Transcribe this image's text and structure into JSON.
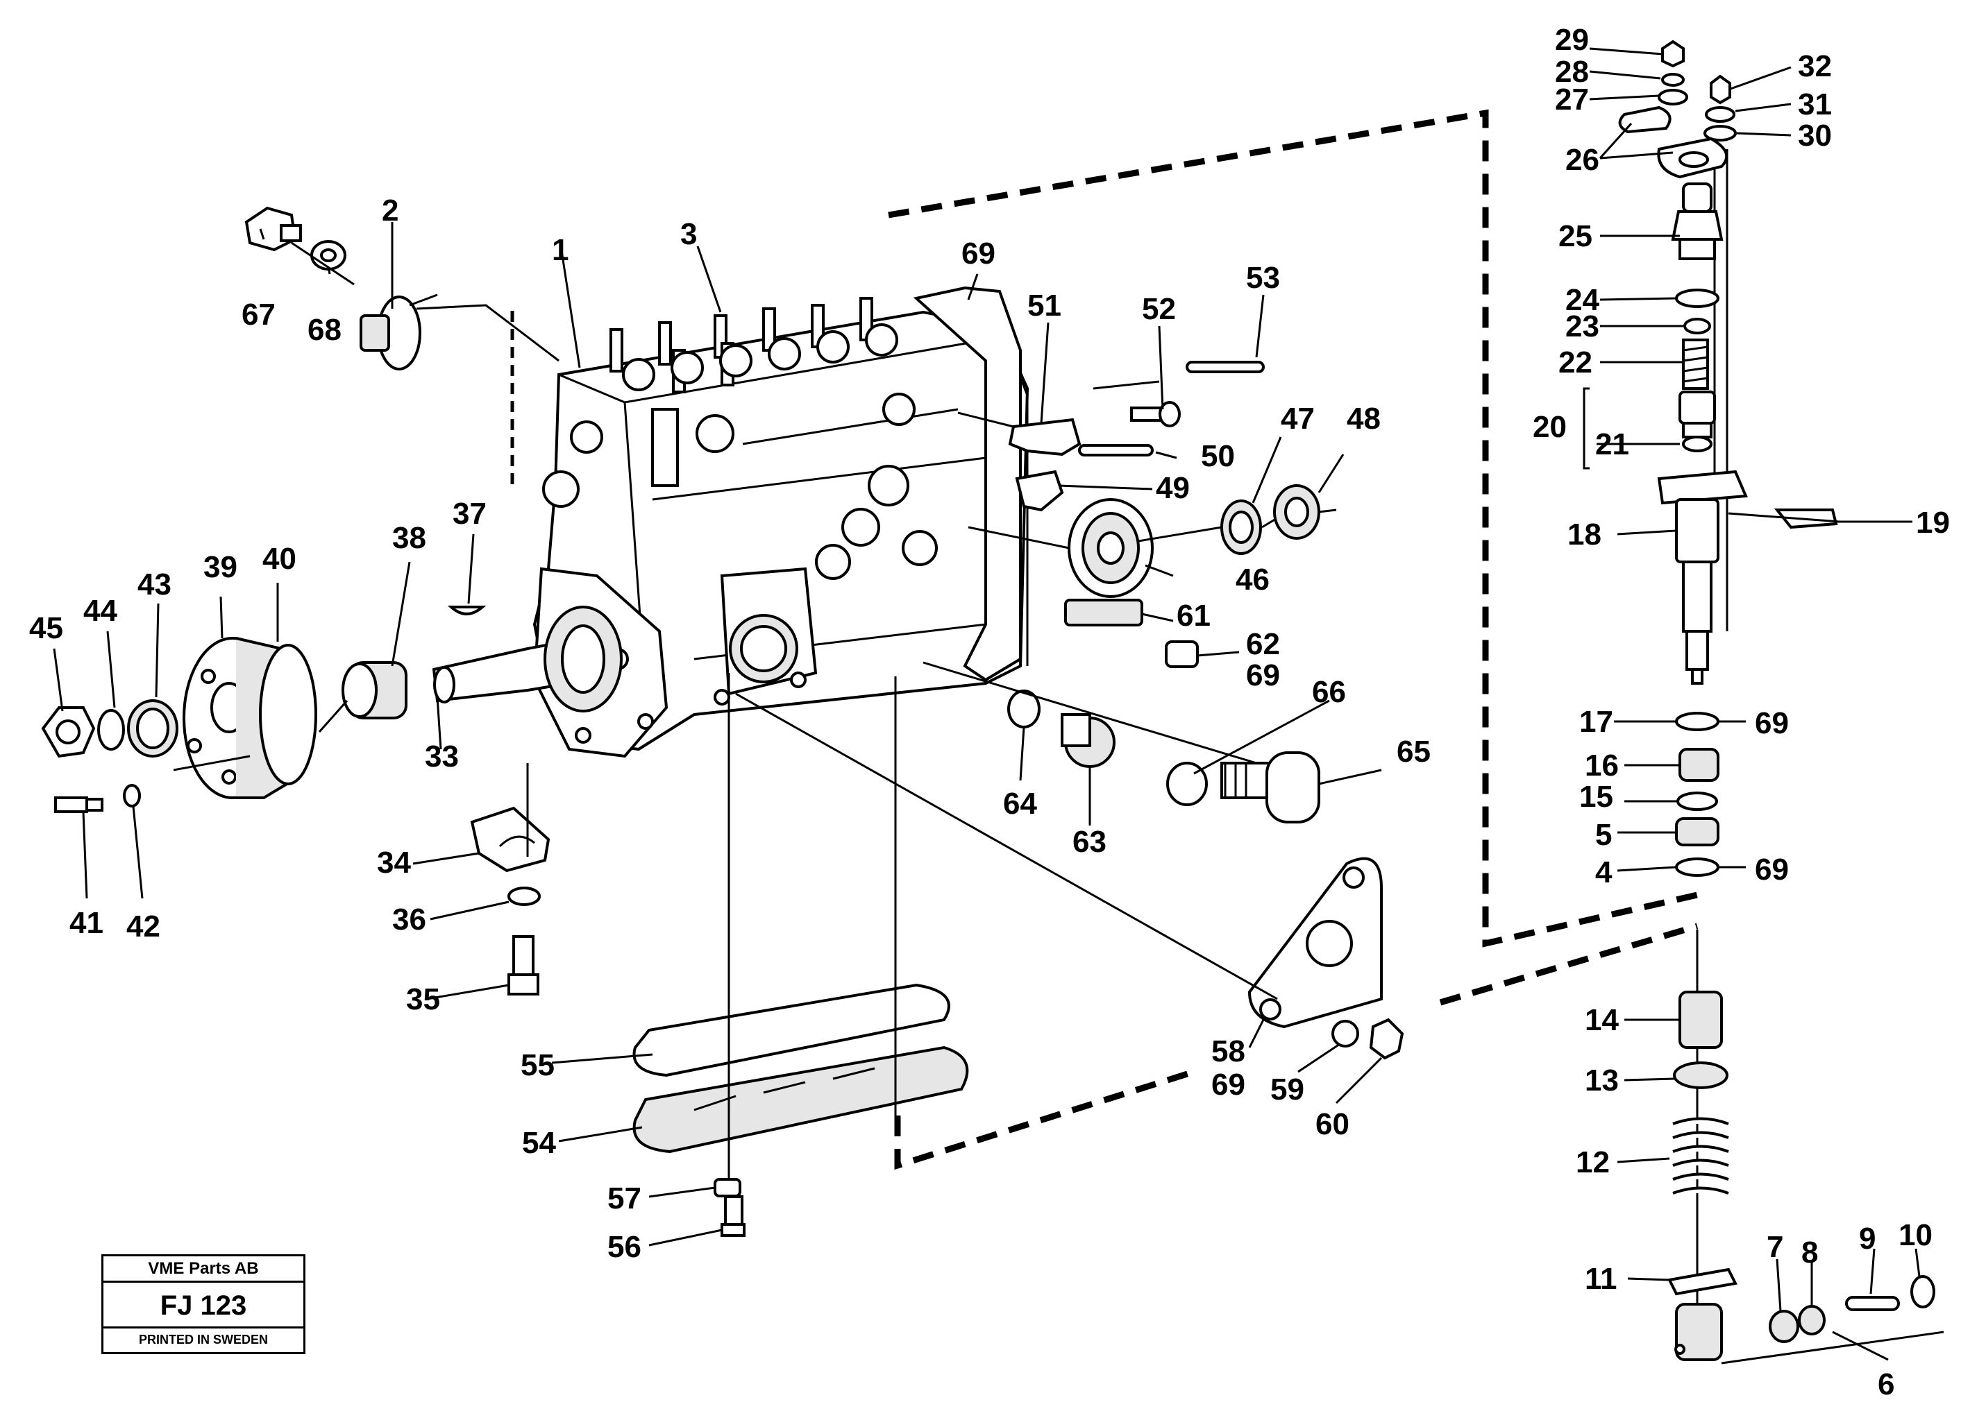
{
  "title_block": {
    "company": "VME Parts AB",
    "code": "FJ 123",
    "printed": "PRINTED IN SWEDEN"
  },
  "callouts": {
    "c1": "1",
    "c2": "2",
    "c3": "3",
    "c4": "4",
    "c5": "5",
    "c6": "6",
    "c7": "7",
    "c8": "8",
    "c9": "9",
    "c10": "10",
    "c11": "11",
    "c12": "12",
    "c13": "13",
    "c14": "14",
    "c15": "15",
    "c16": "16",
    "c17": "17",
    "c18": "18",
    "c19": "19",
    "c20": "20",
    "c21": "21",
    "c22": "22",
    "c23": "23",
    "c24": "24",
    "c25": "25",
    "c26": "26",
    "c27": "27",
    "c28": "28",
    "c29": "29",
    "c30": "30",
    "c31": "31",
    "c32": "32",
    "c33": "33",
    "c34": "34",
    "c35": "35",
    "c36": "36",
    "c37": "37",
    "c38": "38",
    "c39": "39",
    "c40": "40",
    "c41": "41",
    "c42": "42",
    "c43": "43",
    "c44": "44",
    "c45": "45",
    "c46": "46",
    "c47": "47",
    "c48": "48",
    "c49": "49",
    "c50": "50",
    "c51": "51",
    "c52": "52",
    "c53": "53",
    "c54": "54",
    "c55": "55",
    "c56": "56",
    "c57": "57",
    "c58": "58",
    "c59": "59",
    "c60": "60",
    "c61": "61",
    "c62": "62",
    "c63": "63",
    "c64": "64",
    "c65": "65",
    "c66": "66",
    "c67": "67",
    "c68": "68",
    "c69_a": "69",
    "c69_b": "69",
    "c69_c": "69",
    "c69_d": "69",
    "c69_e": "69"
  }
}
